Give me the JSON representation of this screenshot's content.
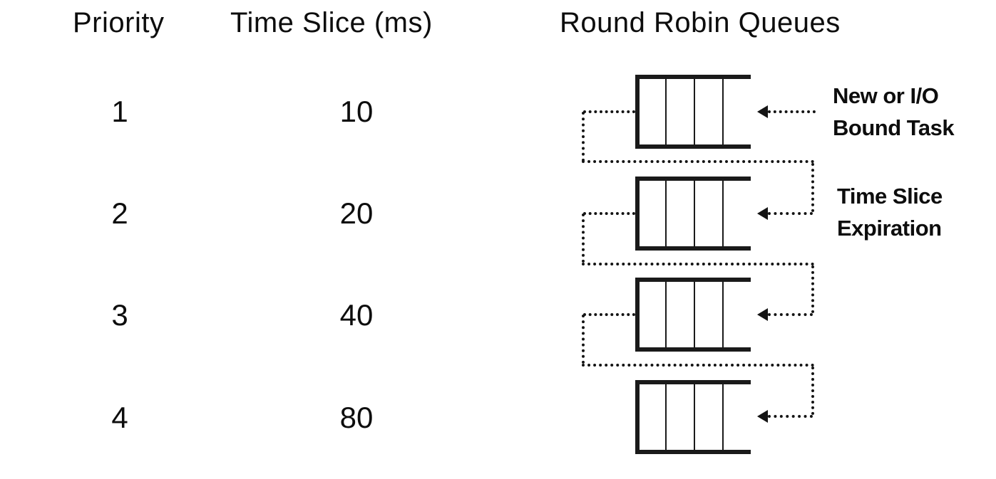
{
  "page": {
    "background": "#ffffff",
    "ink": "#0d0d0d",
    "line_color": "#141414"
  },
  "table": {
    "headers": {
      "priority": "Priority",
      "time_slice": "Time Slice (ms)"
    },
    "rows": [
      {
        "priority": "1",
        "time_slice": "10"
      },
      {
        "priority": "2",
        "time_slice": "20"
      },
      {
        "priority": "3",
        "time_slice": "40"
      },
      {
        "priority": "4",
        "time_slice": "80"
      }
    ]
  },
  "diagram": {
    "title": "Round Robin Queues",
    "queue_count": 4,
    "cells_per_queue": 4,
    "labels": {
      "new_task_line1": "New or I/O",
      "new_task_line2": "Bound Task",
      "expiration_line1": "Time Slice",
      "expiration_line2": "Expiration"
    }
  }
}
